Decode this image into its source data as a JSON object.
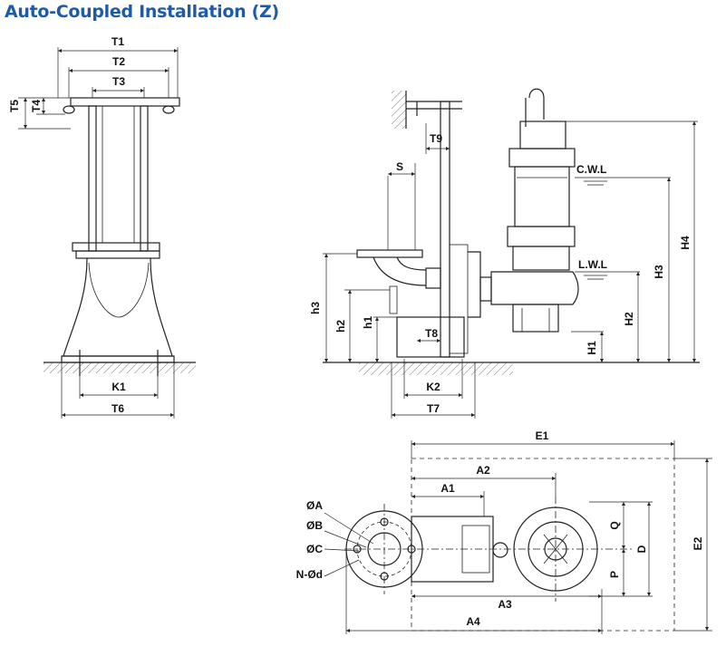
{
  "title": "Auto-Coupled Installation (Z)",
  "labels": {
    "T1": "T1",
    "T2": "T2",
    "T3": "T3",
    "T4": "T4",
    "T5": "T5",
    "T6": "T6",
    "T7": "T7",
    "T8": "T8",
    "T9": "T9",
    "K1": "K1",
    "K2": "K2",
    "S": "S",
    "h1": "h1",
    "h2": "h2",
    "h3": "h3",
    "H1": "H1",
    "H2": "H2",
    "H3": "H3",
    "H4": "H4",
    "CWL": "C.W.L",
    "LWL": "L.W.L",
    "E1": "E1",
    "E2": "E2",
    "A1": "A1",
    "A2": "A2",
    "A3": "A3",
    "A4": "A4",
    "Q": "Q",
    "P": "P",
    "D": "D",
    "OA": "ØA",
    "OB": "ØB",
    "OC": "ØC",
    "Nd": "N-Ød"
  }
}
